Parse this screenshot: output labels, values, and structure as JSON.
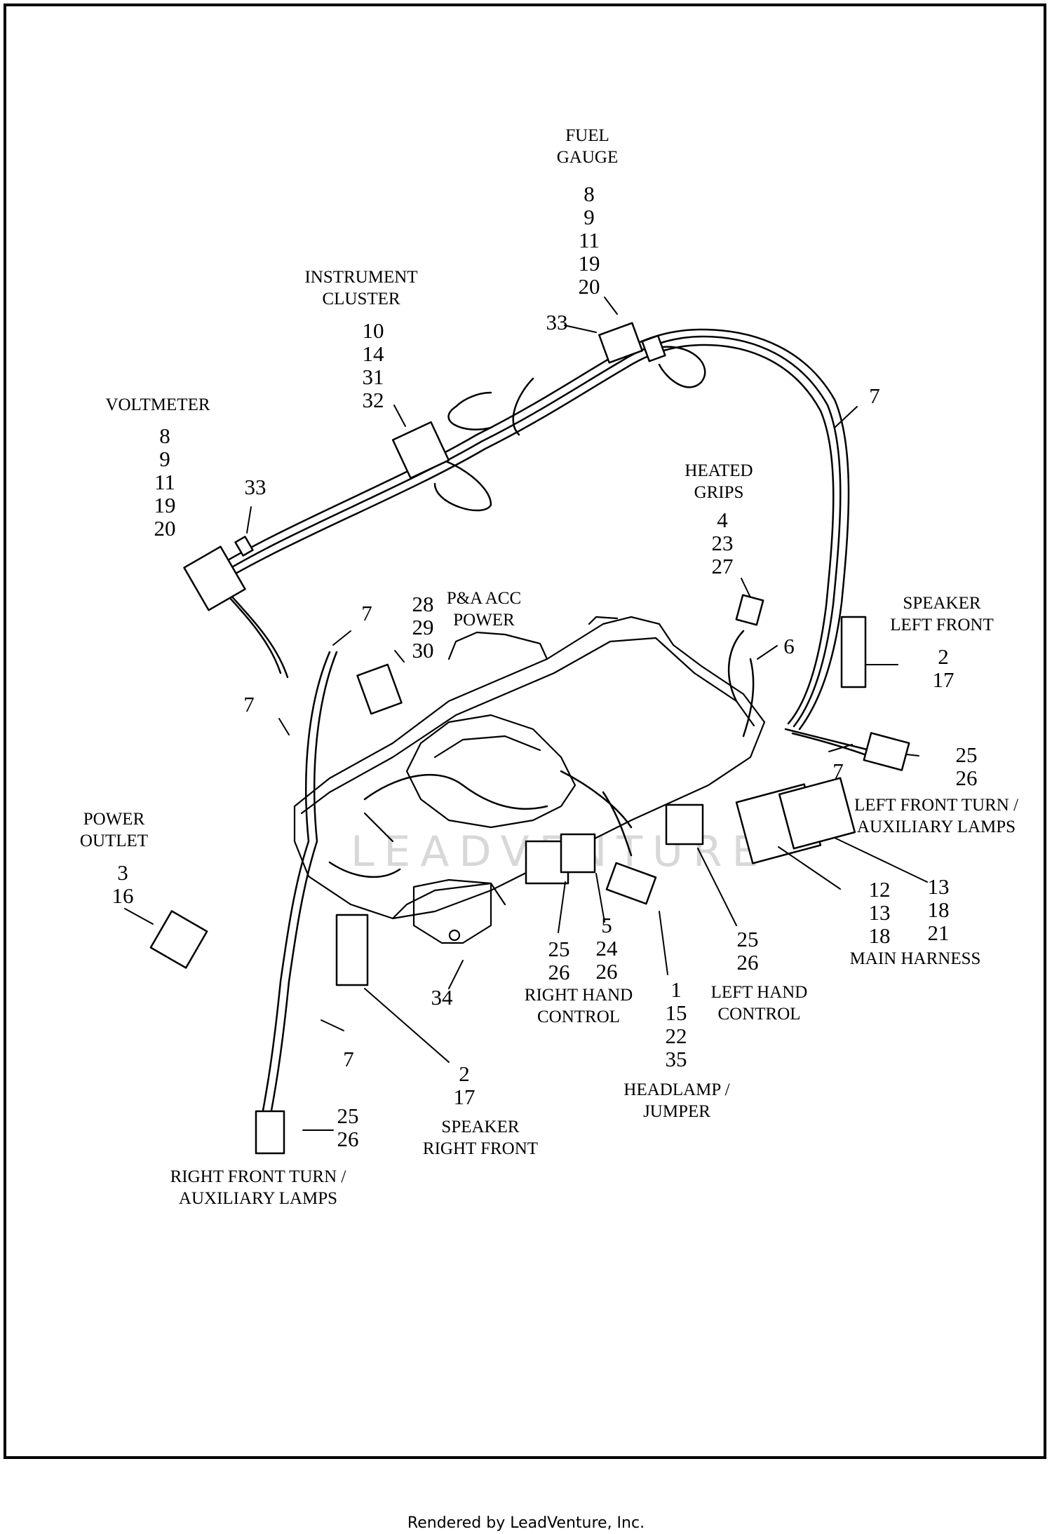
{
  "labels": {
    "fuel_gauge": {
      "lines": [
        "FUEL",
        "GAUGE"
      ],
      "nums": [
        "8",
        "9",
        "11",
        "19",
        "20"
      ]
    },
    "instrument_cluster": {
      "lines": [
        "INSTRUMENT",
        "CLUSTER"
      ],
      "nums": [
        "10",
        "14",
        "31",
        "32"
      ]
    },
    "voltmeter": {
      "lines": [
        "VOLTMETER"
      ],
      "nums": [
        "8",
        "9",
        "11",
        "19",
        "20"
      ]
    },
    "heated_grips": {
      "lines": [
        "HEATED",
        "GRIPS"
      ],
      "nums": [
        "4",
        "23",
        "27"
      ]
    },
    "pa_acc_power": {
      "lines": [
        "P&A ACC",
        "POWER"
      ],
      "nums": [
        "28",
        "29",
        "30"
      ]
    },
    "speaker_left_front": {
      "lines": [
        "SPEAKER",
        "LEFT FRONT"
      ],
      "nums": [
        "2",
        "17"
      ]
    },
    "left_front_turn": {
      "lines": [
        "LEFT FRONT TURN /",
        "AUXILIARY LAMPS"
      ],
      "nums": [
        "25",
        "26"
      ]
    },
    "power_outlet": {
      "lines": [
        "POWER",
        "OUTLET"
      ],
      "nums": [
        "3",
        "16"
      ]
    },
    "main_harness": {
      "lines": [
        "MAIN HARNESS"
      ],
      "nums_a": [
        "12",
        "13",
        "18"
      ],
      "nums_b": [
        "13",
        "18",
        "21"
      ]
    },
    "left_hand_control": {
      "lines": [
        "LEFT HAND",
        "CONTROL"
      ],
      "nums": [
        "25",
        "26"
      ]
    },
    "right_hand_control": {
      "lines": [
        "RIGHT HAND",
        "CONTROL"
      ],
      "nums_a": [
        "25",
        "26"
      ],
      "nums_b": [
        "5",
        "24",
        "26"
      ]
    },
    "headlamp_jumper": {
      "lines": [
        "HEADLAMP /",
        "JUMPER"
      ],
      "nums": [
        "1",
        "15",
        "22",
        "35"
      ]
    },
    "speaker_right_front": {
      "lines": [
        "SPEAKER",
        "RIGHT FRONT"
      ],
      "nums": [
        "2",
        "17"
      ]
    },
    "right_front_turn": {
      "lines": [
        "RIGHT FRONT TURN /",
        "AUXILIARY LAMPS"
      ],
      "nums": [
        "25",
        "26"
      ]
    }
  },
  "callouts": {
    "c33_fuel": "33",
    "c33_volt": "33",
    "c7_upper_right": "7",
    "c7_left_upper": "7",
    "c7_left_mid": "7",
    "c7_right_mid": "7",
    "c7_lower_left": "7",
    "c6": "6",
    "c34": "34"
  },
  "watermark": "LEADVENTURE",
  "footer": "Rendered by LeadVenture, Inc."
}
